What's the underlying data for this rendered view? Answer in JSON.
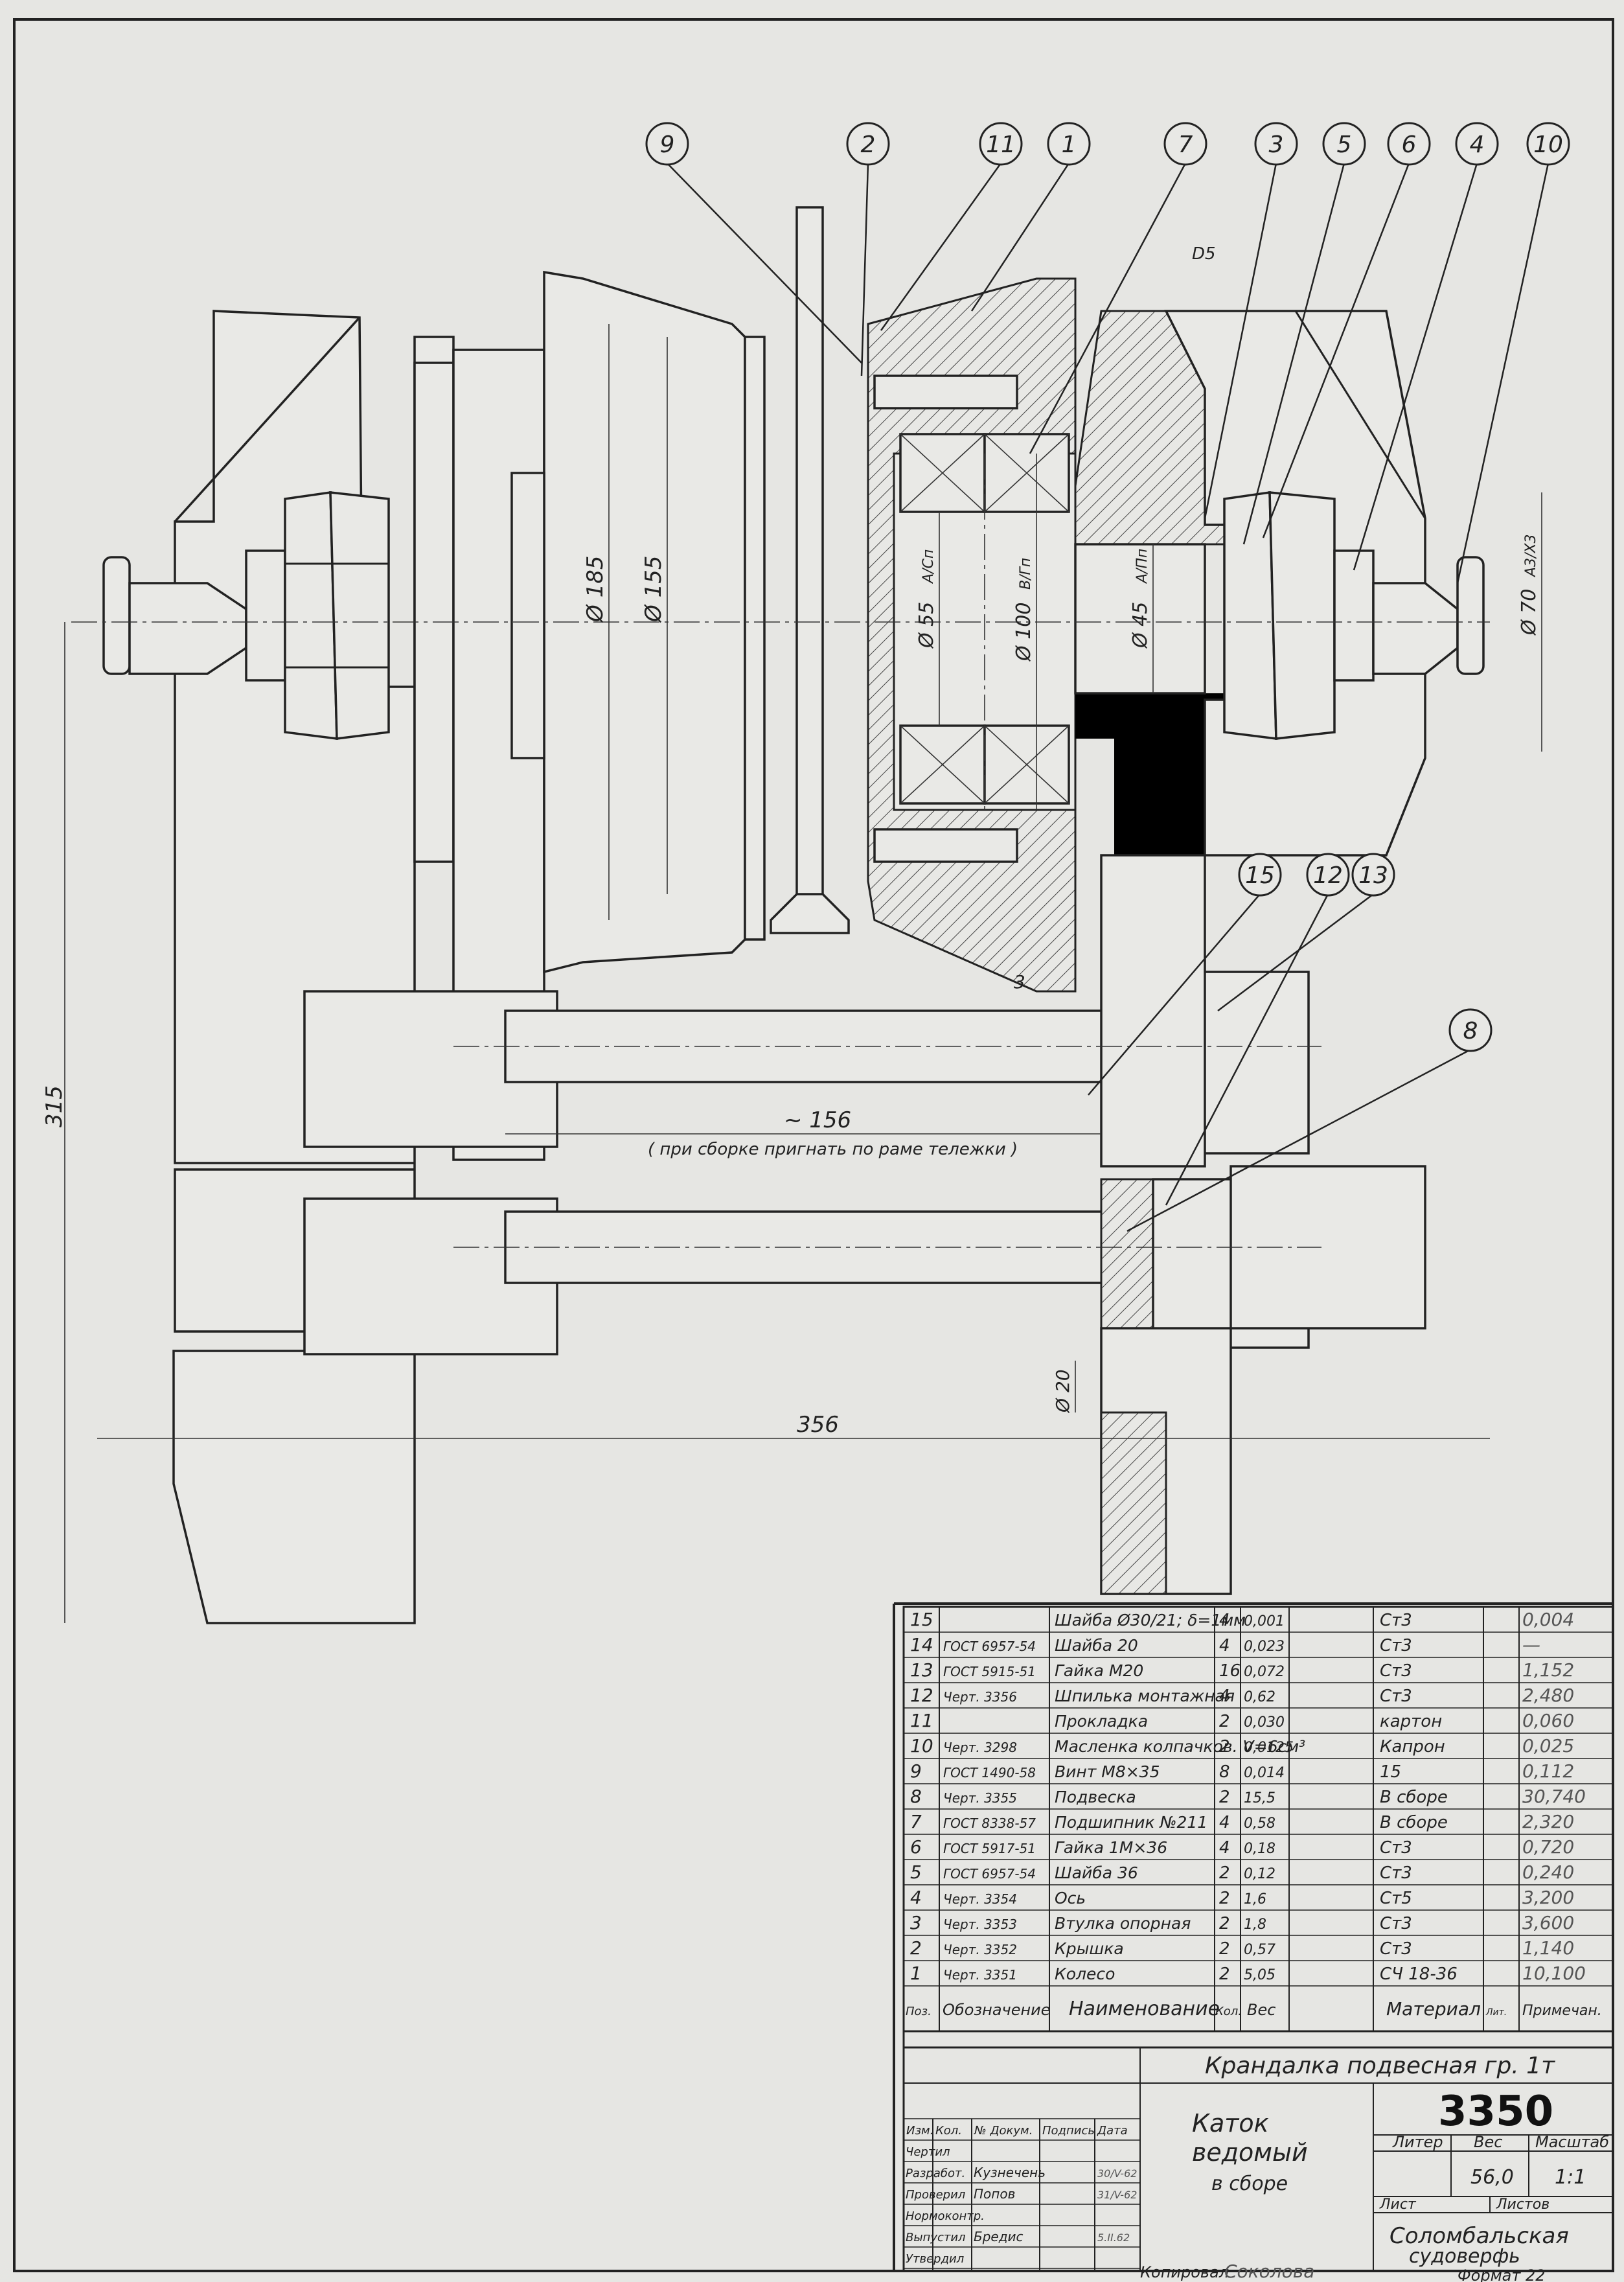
{
  "drawing": {
    "balloons": [
      "9",
      "2",
      "11",
      "1",
      "7",
      "3",
      "5",
      "6",
      "4",
      "10",
      "15",
      "12",
      "13",
      "8"
    ],
    "dims": {
      "d185": "Ø 185",
      "d155": "Ø 155",
      "d55": "Ø 55",
      "d55_fit": "A/Сп",
      "d100": "Ø 100",
      "d100_fit": "B/Гп",
      "d45": "Ø 45",
      "d45_fit": "A/Пп",
      "d70": "Ø 70",
      "d70_fit": "A3/X3",
      "d20": "Ø 20",
      "h315": "315",
      "w356": "356",
      "l156": "~ 156",
      "s3": "3",
      "d5": "D5"
    },
    "note": "( при сборке пригнать по раме тележки )"
  },
  "bom": {
    "headers": [
      "Поз.",
      "Обозначение",
      "Наименование",
      "Кол.",
      "Вес",
      "Материал",
      "Лит.",
      "Примечан."
    ],
    "rows": [
      {
        "pos": "15",
        "des": "",
        "name": "Шайба Ø30/21; δ=1мм",
        "qty": "4",
        "w": "0,001",
        "mat": "Ст3",
        "note": "0,004"
      },
      {
        "pos": "14",
        "des": "ГОСТ 6957-54",
        "name": "Шайба 20",
        "qty": "4",
        "w": "0,023",
        "mat": "Ст3",
        "note": "—"
      },
      {
        "pos": "13",
        "des": "ГОСТ 5915-51",
        "name": "Гайка М20",
        "qty": "16",
        "w": "0,072",
        "mat": "Ст3",
        "note": "1,152"
      },
      {
        "pos": "12",
        "des": "Черт. 3356",
        "name": "Шпилька монтажная",
        "qty": "4",
        "w": "0,62",
        "mat": "Ст3",
        "note": "2,480"
      },
      {
        "pos": "11",
        "des": "",
        "name": "Прокладка",
        "qty": "2",
        "w": "0,030",
        "mat": "картон",
        "note": "0,060"
      },
      {
        "pos": "10",
        "des": "Черт. 3298",
        "name": "Масленка колпачков. V=6см³",
        "qty": "2",
        "w": "0,0125",
        "mat": "Капрон",
        "note": "0,025"
      },
      {
        "pos": "9",
        "des": "ГОСТ 1490-58",
        "name": "Винт М8×35",
        "qty": "8",
        "w": "0,014",
        "mat": "15",
        "note": "0,112"
      },
      {
        "pos": "8",
        "des": "Черт. 3355",
        "name": "Подвеска",
        "qty": "2",
        "w": "15,5",
        "mat": "В сборе",
        "note": "30,740"
      },
      {
        "pos": "7",
        "des": "ГОСТ 8338-57",
        "name": "Подшипник №211",
        "qty": "4",
        "w": "0,58",
        "mat": "В сборе",
        "note": "2,320"
      },
      {
        "pos": "6",
        "des": "ГОСТ 5917-51",
        "name": "Гайка 1М×36",
        "qty": "4",
        "w": "0,18",
        "mat": "Ст3",
        "note": "0,720"
      },
      {
        "pos": "5",
        "des": "ГОСТ 6957-54",
        "name": "Шайба 36",
        "qty": "2",
        "w": "0,12",
        "mat": "Ст3",
        "note": "0,240"
      },
      {
        "pos": "4",
        "des": "Черт. 3354",
        "name": "Ось",
        "qty": "2",
        "w": "1,6",
        "mat": "Ст5",
        "note": "3,200"
      },
      {
        "pos": "3",
        "des": "Черт. 3353",
        "name": "Втулка опорная",
        "qty": "2",
        "w": "1,8",
        "mat": "Ст3",
        "note": "3,600"
      },
      {
        "pos": "2",
        "des": "Черт. 3352",
        "name": "Крышка",
        "qty": "2",
        "w": "0,57",
        "mat": "Ст3",
        "note": "1,140"
      },
      {
        "pos": "1",
        "des": "Черт. 3351",
        "name": "Колесо",
        "qty": "2",
        "w": "5,05",
        "mat": "СЧ 18-36",
        "note": "10,100"
      }
    ]
  },
  "titleblock": {
    "project": "Крандалка подвесная гр. 1т",
    "name1": "Каток",
    "name2": "ведомый",
    "name3": "в сборе",
    "number": "3350",
    "col_heads": [
      "Изм.",
      "Кол.",
      "№ Докум.",
      "Подпись",
      "Дата"
    ],
    "roles": [
      "Чертил",
      "Разработ.",
      "Проверил",
      "Нормоконтр.",
      "Выпустил",
      "Утвердил"
    ],
    "people": {
      "razrab": "Кузнечень",
      "prover": "Попов",
      "vypust": "Бредис"
    },
    "dates": {
      "d1": "30/V-62",
      "d2": "31/V-62",
      "d3": "5.II.62"
    },
    "liter_label": "Литер",
    "weight_label": "Вес",
    "scale_label": "Масштаб",
    "weight": "56,0",
    "scale": "1:1",
    "sheet_label": "Лист",
    "sheets_label": "Листов",
    "org1": "Соломбальская",
    "org2": "судоверфь",
    "format": "Формат 22",
    "copied": "Копировал",
    "copier": "Соколова"
  }
}
